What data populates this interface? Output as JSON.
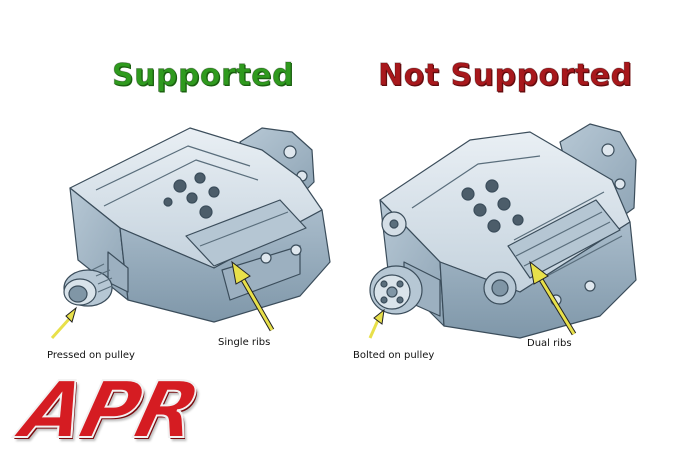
{
  "headings": {
    "supported": "Supported",
    "not_supported": "Not Supported"
  },
  "callouts": {
    "left_pulley": "Pressed on pulley",
    "left_ribs": "Single ribs",
    "right_pulley": "Bolted on pulley",
    "right_ribs": "Dual ribs"
  },
  "logo": {
    "text": "APR"
  },
  "colors": {
    "supported": "#2f9a1e",
    "not_supported": "#a8181c",
    "arrow": "#e8e04a",
    "logo": "#d51c22",
    "part_body": "#c9d6e0",
    "part_shadow": "#8fa4b4"
  }
}
